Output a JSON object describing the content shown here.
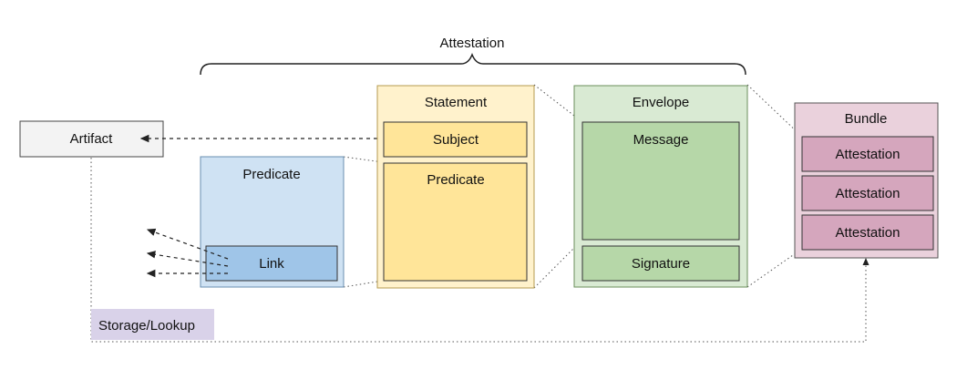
{
  "diagram": {
    "header": {
      "attestation_label": "Attestation"
    },
    "artifact": {
      "label": "Artifact",
      "color": "#f3f3f3"
    },
    "predicate_box": {
      "title": "Predicate",
      "link_label": "Link",
      "color": "#cfe2f3",
      "link_color": "#9fc5e8"
    },
    "statement": {
      "title": "Statement",
      "subject_label": "Subject",
      "predicate_label": "Predicate",
      "color": "#fff2cc",
      "inner_color": "#ffe599"
    },
    "envelope": {
      "title": "Envelope",
      "message_label": "Message",
      "signature_label": "Signature",
      "color": "#d9ead3",
      "inner_color": "#b6d7a8"
    },
    "bundle": {
      "title": "Bundle",
      "items": [
        "Attestation",
        "Attestation",
        "Attestation"
      ],
      "color": "#ead1dc",
      "item_color": "#d5a6bd"
    },
    "storage": {
      "label": "Storage/Lookup",
      "color": "#d9d2e9"
    }
  }
}
